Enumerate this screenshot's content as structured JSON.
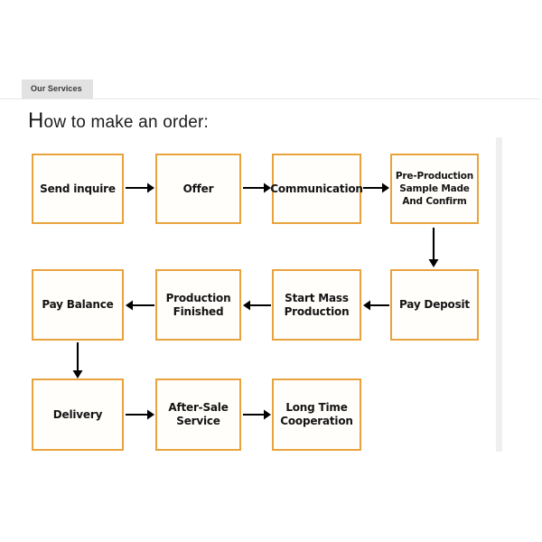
{
  "tabs": {
    "active": "Our Services",
    "items": [
      {
        "label": "Our Services"
      }
    ]
  },
  "heading": {
    "initial": "H",
    "rest": "ow to make an order:",
    "full": "How to make an order:"
  },
  "colors": {
    "node_border": "#E8A33D",
    "node_fill": "#FFFEFB",
    "arrow": "#000000",
    "tab_background": "#E2E2E2",
    "divider": "#E6E6E6",
    "scroll_track": "#F1EEF2",
    "page_background": "#FFFFFF"
  },
  "flowchart": {
    "title": "How to make an order:",
    "rows": [
      {
        "direction": "left-to-right",
        "nodes": [
          {
            "id": "send-inquire",
            "label": "Send inquire",
            "lines": [
              "Send inquire"
            ]
          },
          {
            "id": "offer",
            "label": "Offer",
            "lines": [
              "Offer"
            ]
          },
          {
            "id": "communication",
            "label": "Communication",
            "lines": [
              "Communication"
            ]
          },
          {
            "id": "pre-production-sample",
            "label": "Pre-Production Sample Made And Confirm",
            "lines": [
              "Pre-Production",
              "Sample Made",
              "And Confirm"
            ]
          }
        ]
      },
      {
        "direction": "right-to-left",
        "nodes": [
          {
            "id": "pay-balance",
            "label": "Pay Balance",
            "lines": [
              "Pay Balance"
            ]
          },
          {
            "id": "production-finished",
            "label": "Production Finished",
            "lines": [
              "Production",
              "Finished"
            ]
          },
          {
            "id": "start-mass-production",
            "label": "Start Mass Production",
            "lines": [
              "Start Mass",
              "Production"
            ]
          },
          {
            "id": "pay-deposit",
            "label": "Pay Deposit",
            "lines": [
              "Pay Deposit"
            ]
          }
        ]
      },
      {
        "direction": "left-to-right",
        "nodes": [
          {
            "id": "delivery",
            "label": "Delivery",
            "lines": [
              "Delivery"
            ]
          },
          {
            "id": "after-sale-service",
            "label": "After-Sale Service",
            "lines": [
              "After-Sale",
              "Service"
            ]
          },
          {
            "id": "long-time-cooperation",
            "label": "Long Time Cooperation",
            "lines": [
              "Long Time",
              "Cooperation"
            ]
          }
        ]
      }
    ],
    "connectors": [
      {
        "id": "send-inquire-to-offer",
        "kind": "arrow-right"
      },
      {
        "id": "offer-to-communication",
        "kind": "arrow-right"
      },
      {
        "id": "communication-to-pre-production",
        "kind": "arrow-right"
      },
      {
        "id": "pre-production-to-pay-deposit",
        "kind": "arrow-down"
      },
      {
        "id": "pay-deposit-to-start-mass-production",
        "kind": "arrow-left"
      },
      {
        "id": "start-mass-production-to-production-finished",
        "kind": "arrow-left"
      },
      {
        "id": "production-finished-to-pay-balance",
        "kind": "arrow-left"
      },
      {
        "id": "pay-balance-to-delivery",
        "kind": "arrow-down"
      },
      {
        "id": "delivery-to-after-sale-service",
        "kind": "arrow-right"
      },
      {
        "id": "after-sale-service-to-long-time-cooperation",
        "kind": "arrow-right"
      }
    ]
  }
}
